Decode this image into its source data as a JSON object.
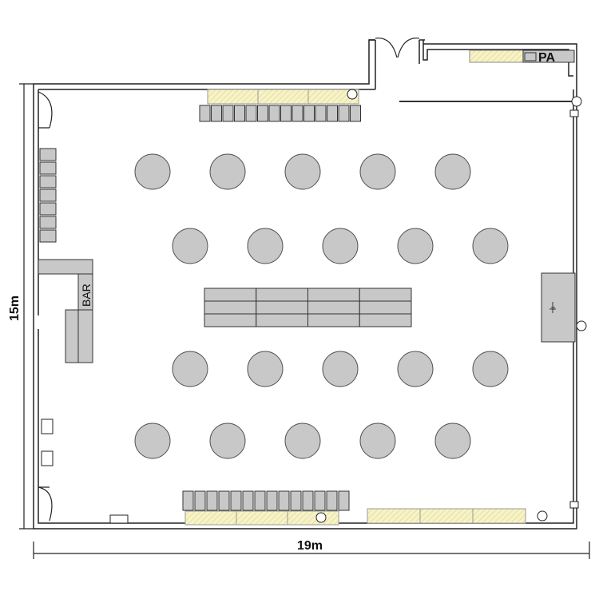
{
  "dimensions": {
    "width_label": "19m",
    "height_label": "15m"
  },
  "labels": {
    "bar": "BAR",
    "pa": "PA"
  },
  "round_tables": {
    "rows": [
      {
        "count": 5,
        "offset": false
      },
      {
        "count": 5,
        "offset": true
      },
      {
        "count": 5,
        "offset": true
      },
      {
        "count": 5,
        "offset": false
      }
    ]
  },
  "center_tables": {
    "rows": 3,
    "cols": 4
  },
  "colors": {
    "table": "#c8c8c8",
    "buffet": "#f5f0c0",
    "wall": "#222222"
  }
}
